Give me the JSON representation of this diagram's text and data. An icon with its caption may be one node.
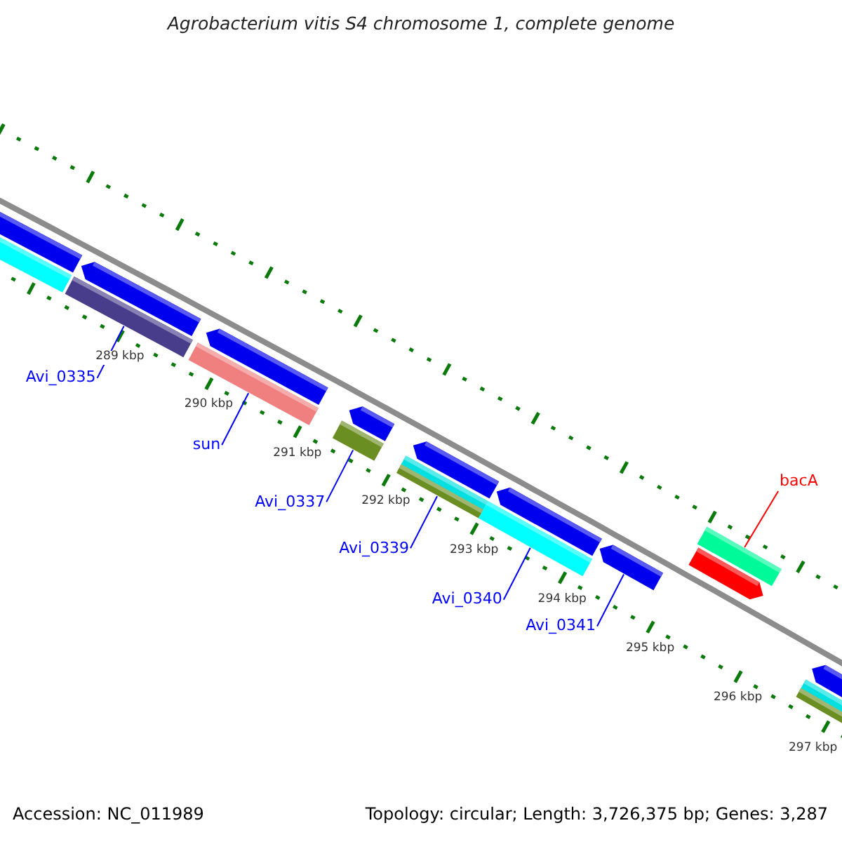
{
  "diagram": {
    "title": "Agrobacterium vitis S4 chromosome 1, complete genome",
    "nodes": [
      {
        "text": [
          "Avi_0335"
        ]
      },
      {
        "text": [
          "sun"
        ]
      },
      {
        "text": [
          "Avi_0337"
        ]
      },
      {
        "text": [
          "Avi_0339"
        ]
      },
      {
        "text": [
          "Avi_0340"
        ]
      },
      {
        "text": [
          "Avi_0341"
        ]
      },
      {
        "text": [
          "bacA"
        ]
      },
      {
        "text": [],
        "shape": "bar"
      },
      {
        "text": [],
        "shape": "bar"
      },
      {
        "text": [],
        "shape": "bar"
      },
      {
        "text": [],
        "shape": "bar"
      },
      {
        "text": [],
        "shape": "bar"
      },
      {
        "text": [],
        "shape": "arrow"
      },
      {
        "text": [],
        "shape": "bar"
      }
    ],
    "edges": [
      {
        "from": 0,
        "to": 7,
        "arrow": "none"
      },
      {
        "from": 1,
        "to": 8,
        "arrow": "none"
      },
      {
        "from": 2,
        "to": 9,
        "arrow": "none"
      },
      {
        "from": 3,
        "to": 10,
        "arrow": "none"
      },
      {
        "from": 4,
        "to": 11,
        "arrow": "none"
      },
      {
        "from": 5,
        "to": 12,
        "arrow": "none"
      },
      {
        "from": 6,
        "to": 13,
        "arrow": "none",
        "color": "#ff0000"
      }
    ],
    "labels": [
      "289 kbp",
      "290 kbp",
      "291 kbp",
      "292 kbp",
      "293 kbp",
      "294 kbp",
      "295 kbp",
      "296 kbp",
      "297 kbp",
      "Accession: NC_011989",
      "Topology: circular; Length: 3,726,375 bp; Genes: 3,287"
    ]
  }
}
